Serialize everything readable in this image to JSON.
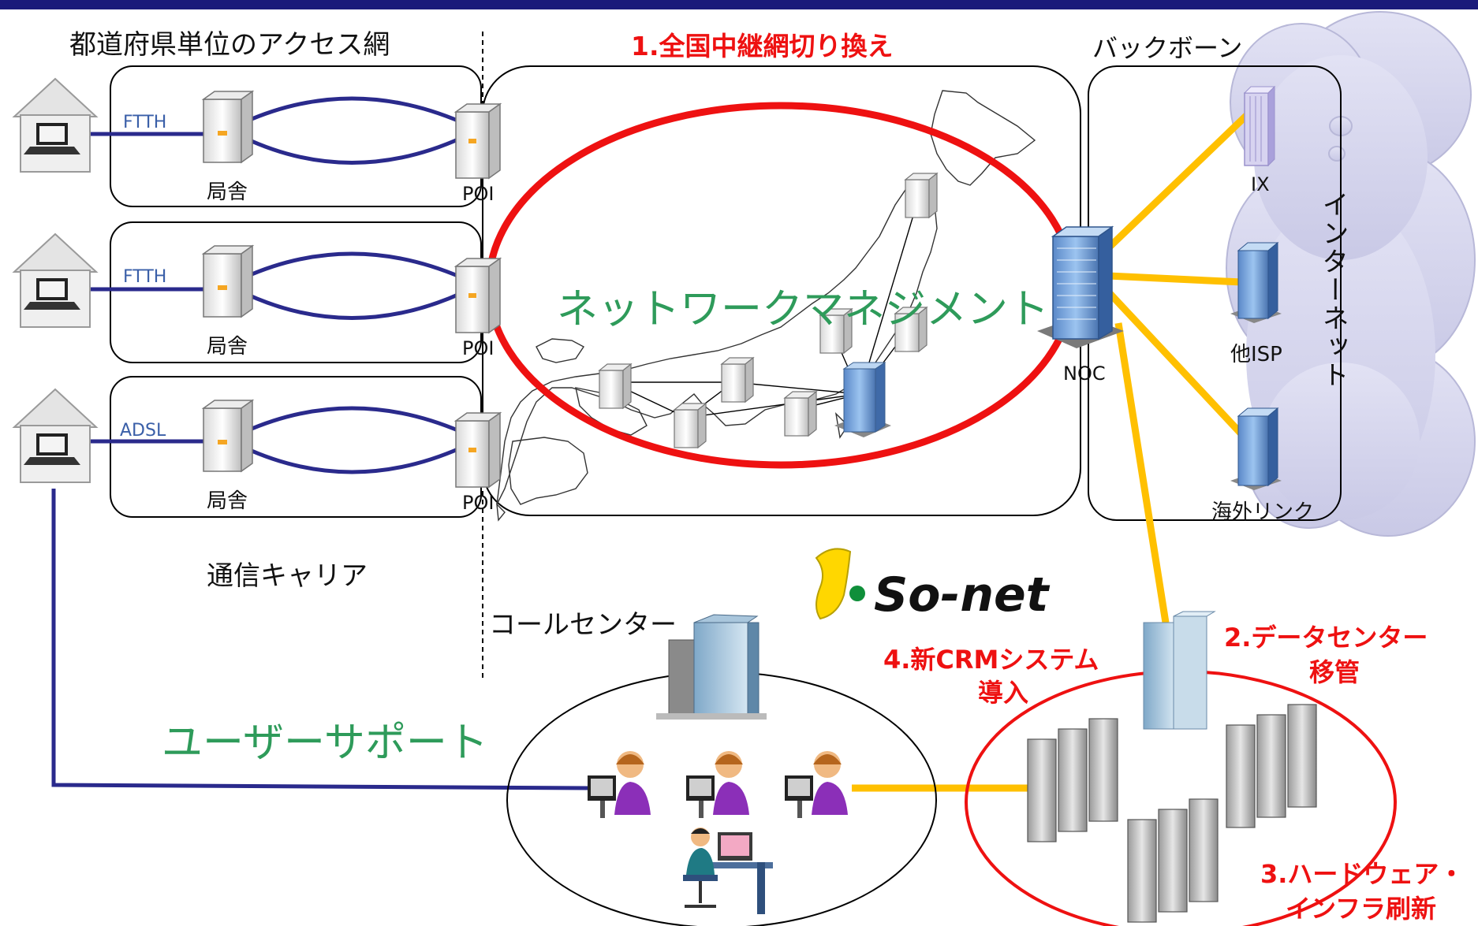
{
  "access_network": {
    "title": "都道府県単位のアクセス網",
    "lines": [
      {
        "type": "FTTH",
        "office": "局舎",
        "poi": "POI"
      },
      {
        "type": "FTTH",
        "office": "局舎",
        "poi": "POI"
      },
      {
        "type": "ADSL",
        "office": "局舎",
        "poi": "POI"
      }
    ],
    "carrier": "通信キャリア"
  },
  "relay": {
    "title": "1.全国中継網切り換え",
    "management": "ネットワークマネジメント"
  },
  "backbone": {
    "title": "バックボーン",
    "noc": "NOC",
    "ix": "IX",
    "other_isp": "他ISP",
    "overseas": "海外リンク",
    "internet": "インターネット"
  },
  "brand": {
    "name": "So-net"
  },
  "call_center": {
    "title": "コールセンター",
    "support": "ユーザーサポート"
  },
  "projects": {
    "crm": "4.新CRMシステム 導入",
    "datacenter": "2.データセンター 移管",
    "hardware": "3.ハードウェア・ インフラ刷新"
  },
  "colors": {
    "header_bar": "#1a1a7a",
    "link_blue": "#2a2a8c",
    "ring_red": "#ee1111",
    "link_yellow": "#ffc000",
    "label_red": "#ee1111",
    "label_green": "#2e9b5a",
    "cloud": "#d9d9ef"
  }
}
